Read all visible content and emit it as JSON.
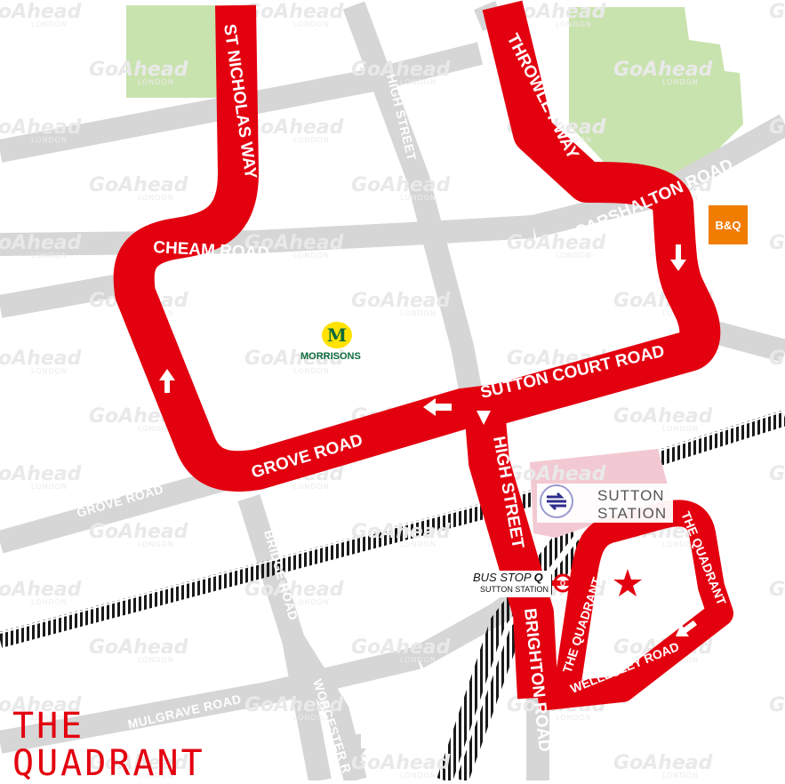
{
  "map_title": {
    "line1": "THE",
    "line2": "QUADRANT"
  },
  "watermark": {
    "brand": "GoAhead",
    "sub": "LONDON",
    "partial": "head",
    "partial2": "GoA"
  },
  "route_labels": {
    "st_nicholas_way": "ST NICHOLAS WAY",
    "throwley_way": "THROWLEY WAY",
    "cheam_road": "CHEAM ROAD",
    "carshalton_road": "CARSHALTON ROAD",
    "sutton_court_road": "SUTTON COURT ROAD",
    "grove_road": "GROVE ROAD",
    "high_street": "HIGH STREET",
    "brighton_road": "BRIGHTON ROAD",
    "the_quadrant_west": "THE QUADRANT",
    "the_quadrant_east": "THE QUADRANT",
    "wellesley_road": "WELLESLEY ROAD"
  },
  "road_labels": {
    "high_street_north": "HIGH STREET",
    "grove_road_west": "GROVE ROAD",
    "bridge_road": "BRIDGE ROAD",
    "mulgrave_road": "MULGRAVE ROAD",
    "worcester_road": "WORCESTER R"
  },
  "station": {
    "line1": "SUTTON",
    "line2": "STATION"
  },
  "bus_stop": {
    "prefix": "BUS STOP",
    "letter": "Q",
    "sub": "SUTTON STATION",
    "roundel_letter": "Q"
  },
  "landmarks": {
    "bq": "B&Q",
    "morrisons_letter": "M",
    "morrisons_name": "MORRISONS"
  },
  "colors": {
    "route": "#e3000f",
    "road": "#d6d6d6",
    "park": "#c9e3ae",
    "rail": "#1a1a1a",
    "bq": "#f07c00",
    "morrisons": "#ffe200"
  },
  "icons": [
    "direction-arrow-icon",
    "national-rail-icon",
    "bus-stop-roundel-icon",
    "star-icon"
  ]
}
